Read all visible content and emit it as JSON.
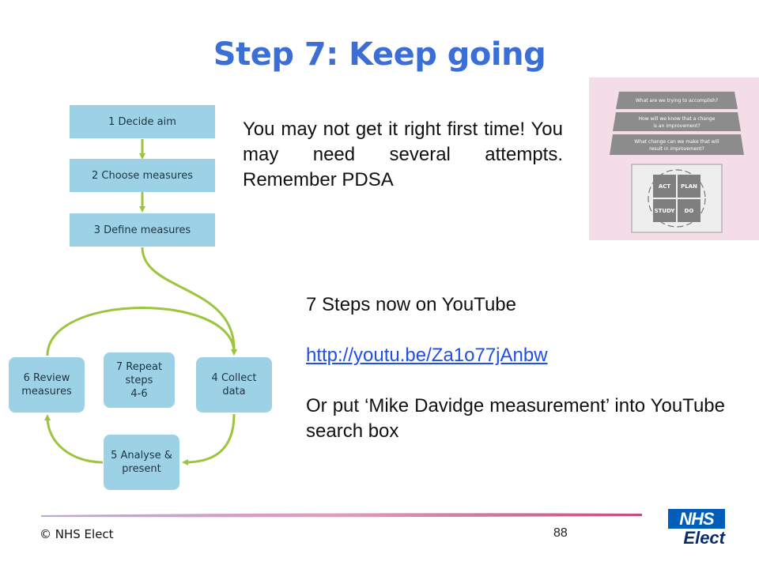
{
  "title": "Step 7: Keep going",
  "steps": {
    "s1": "1 Decide aim",
    "s2": "2 Choose measures",
    "s3": "3 Define measures",
    "s4": "4 Collect\ndata",
    "s5": "5 Analyse &\npresent",
    "s6": "6 Review\nmeasures",
    "s7": "7 Repeat\nsteps\n4-6"
  },
  "intro_text": "You may not get it right first time! You may need several attempts.  Remember PDSA",
  "pdsa_card": {
    "q1": "What are we trying to accomplish?",
    "q2_line1": "How will we know that a change",
    "q2_line2": "is an improvement?",
    "q3_line1": "What change can we make that will",
    "q3_line2": "result in improvement?",
    "act": "ACT",
    "plan": "PLAN",
    "study": "STUDY",
    "do": "DO"
  },
  "youtube": {
    "heading": "7 Steps now on YouTube",
    "link": "http://youtu.be/Za1o77jAnbw",
    "note": "Or put ‘Mike Davidge measurement’ into YouTube search box"
  },
  "footer": {
    "copyright": "© NHS Elect",
    "page_number": "88",
    "logo_nhs": "NHS",
    "logo_elect": "Elect"
  },
  "colors": {
    "title": "#3b6fd6",
    "step_box": "#9dd2e6",
    "arrow": "#9bc53d",
    "link": "#1f4ee8"
  }
}
